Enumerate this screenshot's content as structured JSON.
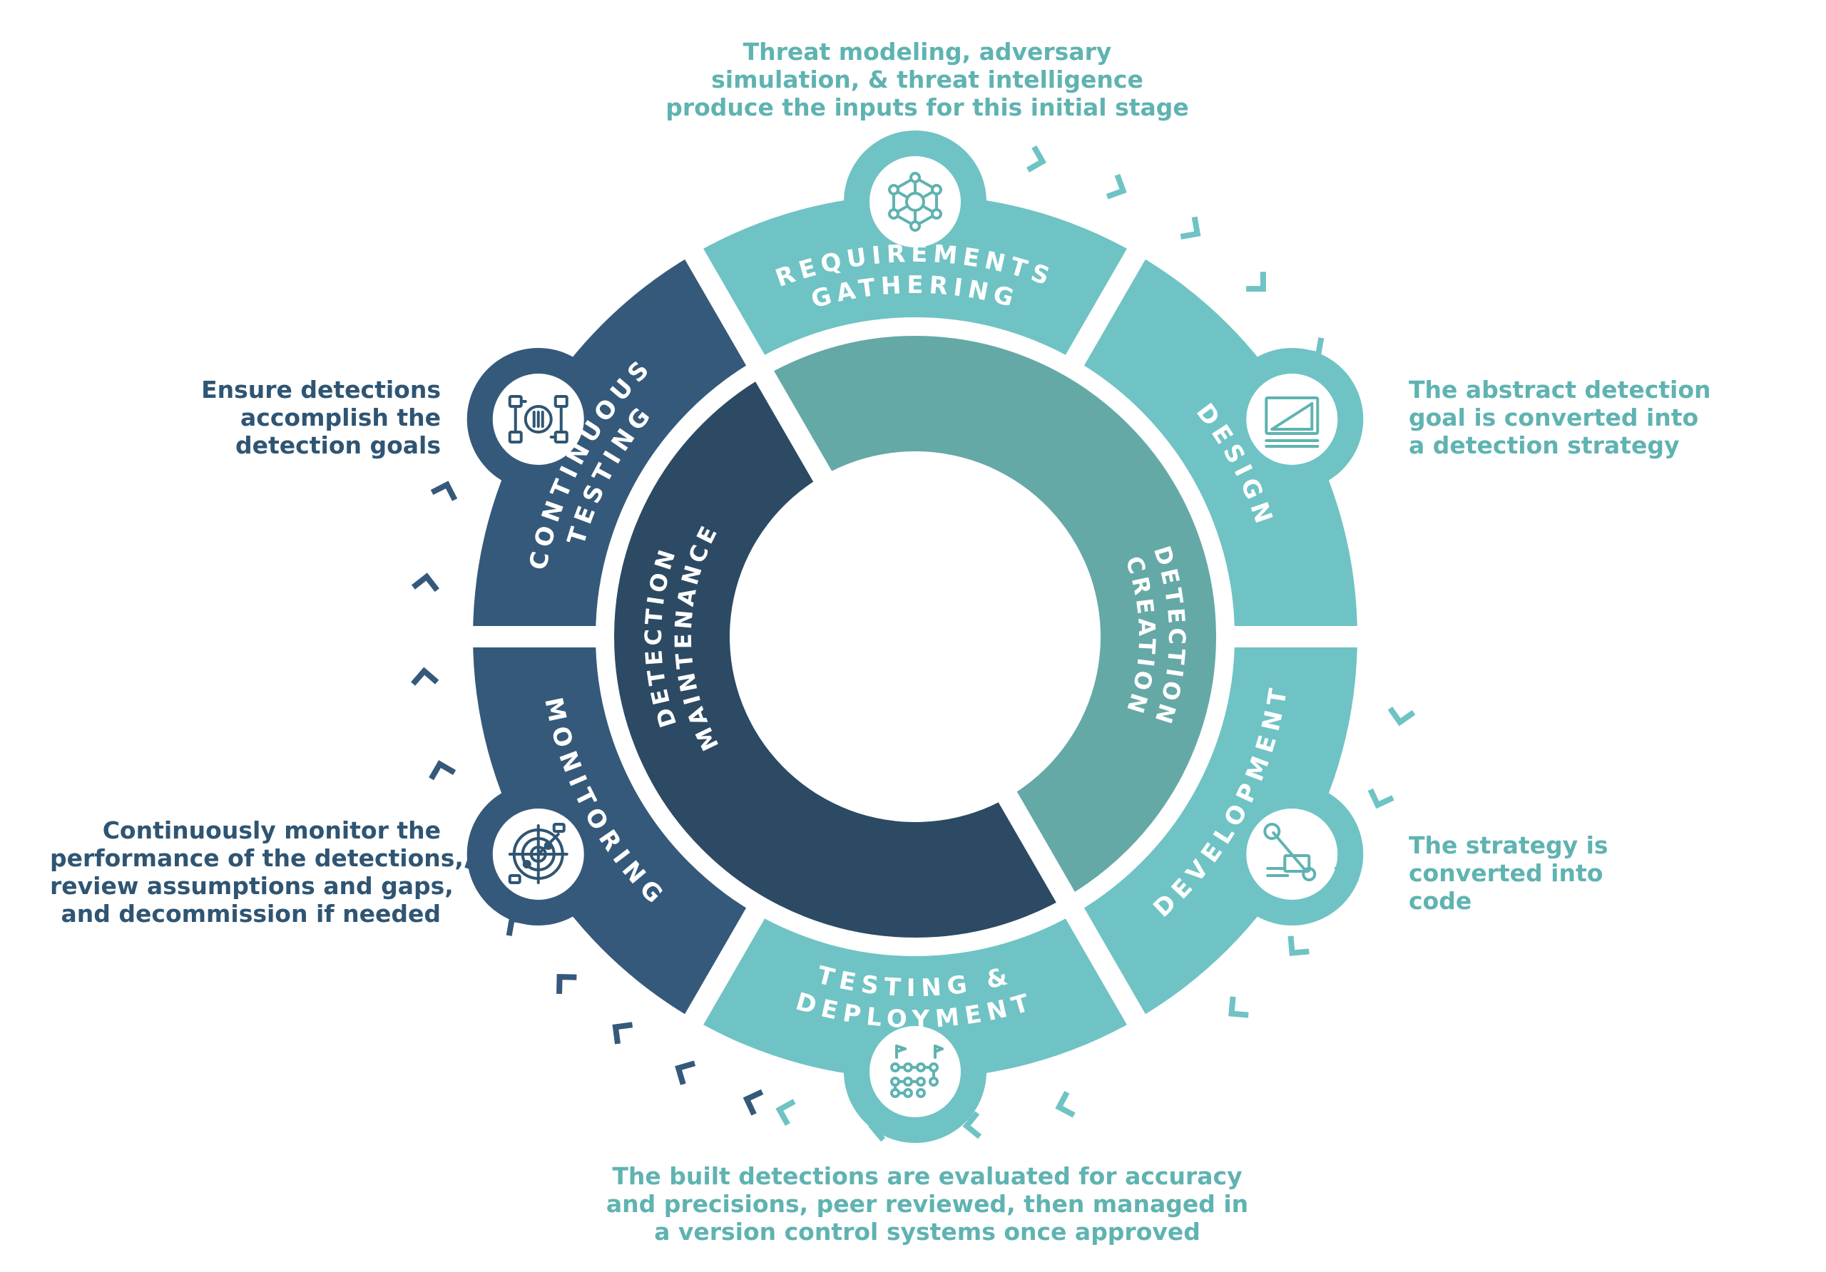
{
  "colors": {
    "teal": "#6fc3c4",
    "teal_inner": "#64a9a6",
    "navy": "#35597a",
    "navy_inner": "#2c4a64",
    "teal_text": "#5fb3b1",
    "navy_text": "#2f5573",
    "white": "#ffffff"
  },
  "segments": [
    {
      "id": "requirements",
      "lines": [
        "REQUIREMENTS",
        "GATHERING"
      ],
      "icon": "network-node-icon",
      "group": "creation"
    },
    {
      "id": "design",
      "lines": [
        "DESIGN"
      ],
      "icon": "blueprint-ruler-icon",
      "group": "creation"
    },
    {
      "id": "development",
      "lines": [
        "DEVELOPMENT"
      ],
      "icon": "wrench-hand-icon",
      "group": "creation"
    },
    {
      "id": "testing",
      "lines": [
        "TESTING &",
        "DEPLOYMENT"
      ],
      "icon": "flow-flags-icon",
      "group": "creation"
    },
    {
      "id": "monitoring",
      "lines": [
        "MONITORING"
      ],
      "icon": "radar-icon",
      "group": "maintenance"
    },
    {
      "id": "continuous",
      "lines": [
        "CONTINUOUS",
        "TESTING"
      ],
      "icon": "sliders-icon",
      "group": "maintenance"
    }
  ],
  "inner": {
    "creation": [
      "DETECTION",
      "CREATION"
    ],
    "maintenance": [
      "DETECTION",
      "MAINTENANCE"
    ]
  },
  "descriptions": {
    "requirements": [
      "Threat modeling, adversary",
      "simulation, & threat intelligence",
      "produce the inputs for this initial stage"
    ],
    "design": [
      "The abstract detection",
      "goal is converted into",
      "a detection strategy"
    ],
    "development": [
      "The strategy is",
      "converted into",
      "code"
    ],
    "testing": [
      "The built detections are evaluated for accuracy",
      "and precisions, peer reviewed, then managed in",
      "a version control systems once approved"
    ],
    "monitoring": [
      "Continuously monitor the",
      "performance of the detections,",
      "review assumptions and gaps,",
      "and decommission if needed"
    ],
    "continuous": [
      "Ensure detections",
      "accomplish the",
      "detection goals"
    ]
  }
}
